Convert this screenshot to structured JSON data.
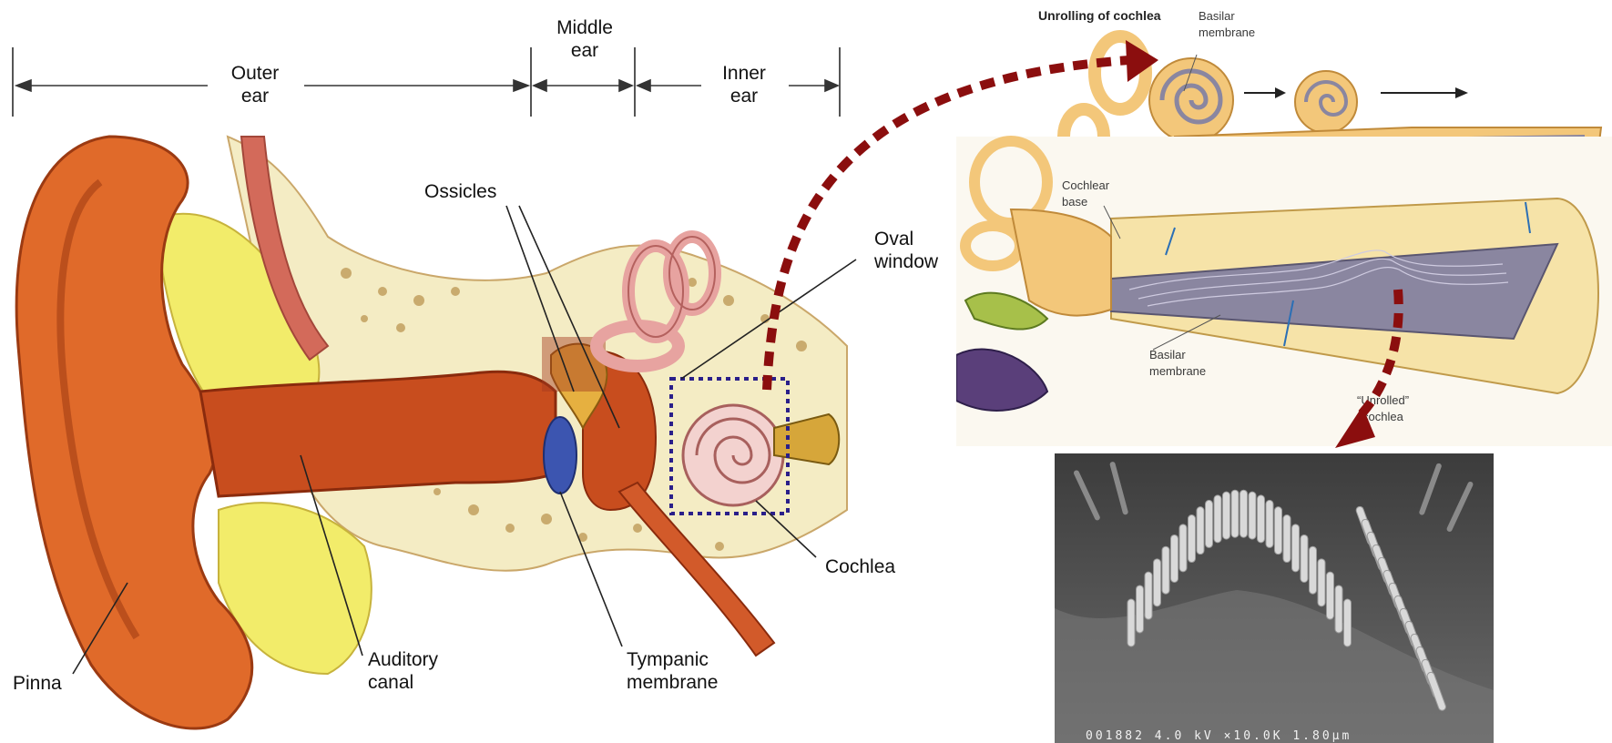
{
  "ear_diagram": {
    "regions": {
      "outer_ear": [
        "Outer",
        "ear"
      ],
      "middle_ear": [
        "Middle",
        "ear"
      ],
      "inner_ear": [
        "Inner",
        "ear"
      ]
    },
    "labels": {
      "ossicles": "Ossicles",
      "oval_window": [
        "Oval",
        "window"
      ],
      "cochlea": "Cochlea",
      "pinna": "Pinna",
      "auditory_canal": [
        "Auditory",
        "canal"
      ],
      "tympanic_membrane": [
        "Tympanic",
        "membrane"
      ]
    }
  },
  "unrolling_panel": {
    "title": "Unrolling of cochlea",
    "basilar_membrane_top": [
      "Basilar",
      "membrane"
    ],
    "cochlear_base": [
      "Cochlear",
      "base"
    ],
    "basilar_membrane": [
      "Basilar",
      "membrane"
    ],
    "unrolled_cochlea": [
      "“Unrolled”",
      "cochlea"
    ]
  },
  "sem_image": {
    "caption": "001882  4.0  kV  ×10.0K  1.80µm"
  },
  "colors": {
    "arrow": "#8b0e0e",
    "highlight_box": "#2a1f8a",
    "skin": "#e06a2a",
    "bone": "#f4ecc4",
    "cochlea_tan": "#f3c77a",
    "membrane": "#8a86a0"
  }
}
